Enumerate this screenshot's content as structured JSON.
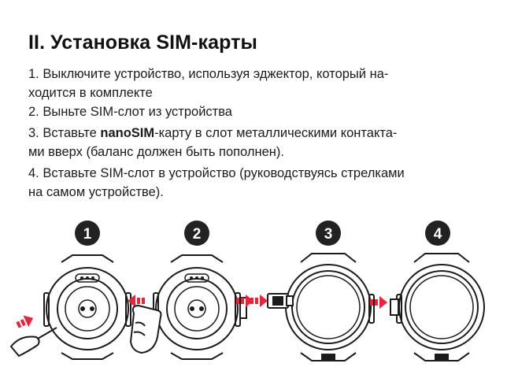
{
  "title": "II. Установка SIM-карты",
  "steps": [
    {
      "l1": "1. Выключите устройство, используя эджектор, который на-",
      "l2": "ходится в комплекте"
    },
    {
      "l1": "2. Выньте SIM-слот из устройства"
    },
    {
      "l1a": "3. Вставьте ",
      "l1b": "nanoSIM",
      "l1c": "-карту в слот металлическими контакта-",
      "l2": "ми вверх (баланс должен быть пополнен)."
    },
    {
      "l1": "4. Вставьте SIM-слот в устройство (руководствуясь стрелками",
      "l2": "на самом устройстве)."
    }
  ],
  "figures": [
    {
      "number": "1",
      "icon": "watch-with-ejector-pin"
    },
    {
      "number": "2",
      "icon": "hand-removing-sim-tray"
    },
    {
      "number": "3",
      "icon": "nanosim-into-tray"
    },
    {
      "number": "4",
      "icon": "insert-tray-into-watch"
    }
  ],
  "colors": {
    "accent": "#e8233a",
    "text": "#1b1b1b",
    "badge": "#222222"
  }
}
